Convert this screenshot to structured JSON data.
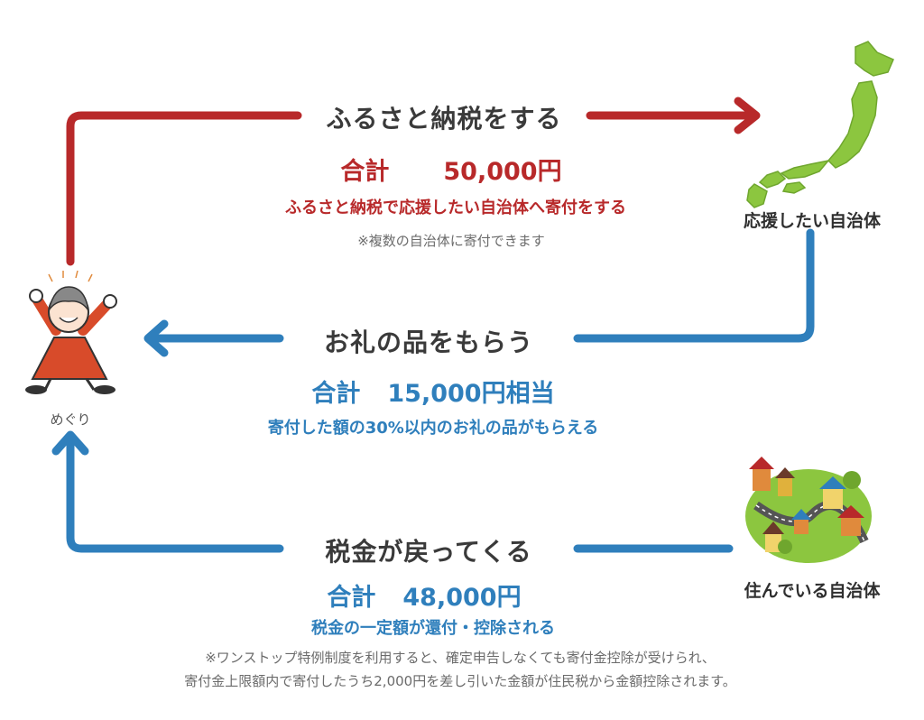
{
  "step1": {
    "title": "ふるさと納税をする",
    "total_label": "合計",
    "total_value": "50,000円",
    "desc": "ふるさと納税で応援したい自治体へ寄付をする",
    "note": "※複数の自治体に寄付できます"
  },
  "step2": {
    "title": "お礼の品をもらう",
    "total_label": "合計",
    "total_value": "15,000円相当",
    "desc": "寄付した額の30%以内のお礼の品がもらえる"
  },
  "step3": {
    "title": "税金が戻ってくる",
    "total_label": "合計",
    "total_value": "48,000円",
    "desc": "税金の一定額が還付・控除される"
  },
  "footnote": {
    "line1": "※ワンストップ特例制度を利用すると、確定申告しなくても寄付金控除が受けられ、",
    "line2": "寄付金上限額内で寄付したうち2,000円を差し引いた金額が住民税から金額控除されます。"
  },
  "labels": {
    "person": "めぐり",
    "support_municipality": "応援したい自治体",
    "home_municipality": "住んでいる自治体"
  },
  "colors": {
    "red": "#b8292a",
    "blue": "#2f7fbc",
    "map_green": "#8cc63f"
  }
}
